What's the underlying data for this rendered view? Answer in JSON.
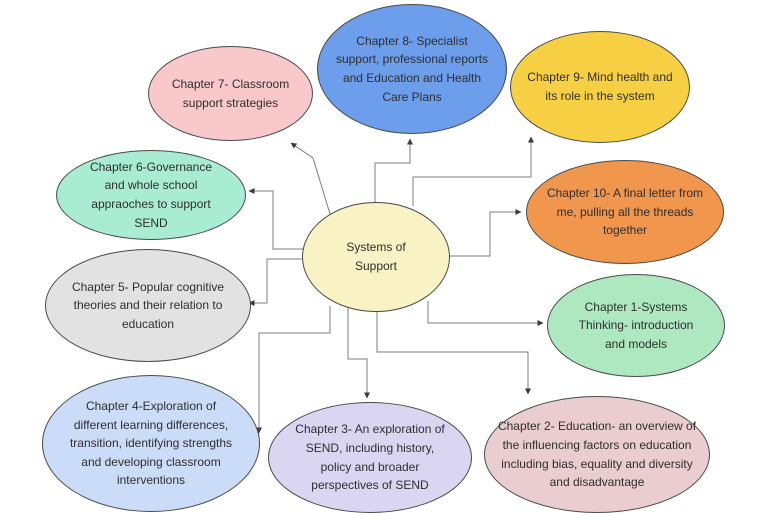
{
  "diagram": {
    "background": "#ffffff",
    "line_color": "#7d7d7d",
    "arrow_color": "#3c3c3c",
    "center": {
      "label": "Systems of Support",
      "fill": "#F9F2C5"
    },
    "nodes": [
      {
        "id": "chapter-1",
        "label": "Chapter 1-Systems Thinking- introduction and models",
        "fill": "#ADE8C0"
      },
      {
        "id": "chapter-2",
        "label": "Chapter 2- Education- an overview of the influencing factors on education including bias, equality and diversity and disadvantage",
        "fill": "#EACDD0"
      },
      {
        "id": "chapter-3",
        "label": "Chapter 3- An exploration of SEND, including history, policy and broader perspectives of SEND",
        "fill": "#DAD5F1"
      },
      {
        "id": "chapter-4",
        "label": "Chapter 4-Exploration of different learning differences, transition, identifying strengths and developing classroom interventions",
        "fill": "#CBDCF8"
      },
      {
        "id": "chapter-5",
        "label": "Chapter 5- Popular cognitive theories and their relation to education",
        "fill": "#E2E2E2"
      },
      {
        "id": "chapter-6",
        "label": "Chapter 6-Governance and whole school appraoches to support SEND",
        "fill": "#A8ECD3"
      },
      {
        "id": "chapter-7",
        "label": "Chapter 7- Classroom support strategies",
        "fill": "#F8C8CB"
      },
      {
        "id": "chapter-8",
        "label": "Chapter 8- Specialist support, professional reports and Education and Health Care Plans",
        "fill": "#6D9EEB"
      },
      {
        "id": "chapter-9",
        "label": "Chapter 9- Mind health and its role in the system",
        "fill": "#F6D042"
      },
      {
        "id": "chapter-10",
        "label": "Chapter 10- A final letter from me, pulling all the threads together",
        "fill": "#F0964D"
      }
    ]
  }
}
